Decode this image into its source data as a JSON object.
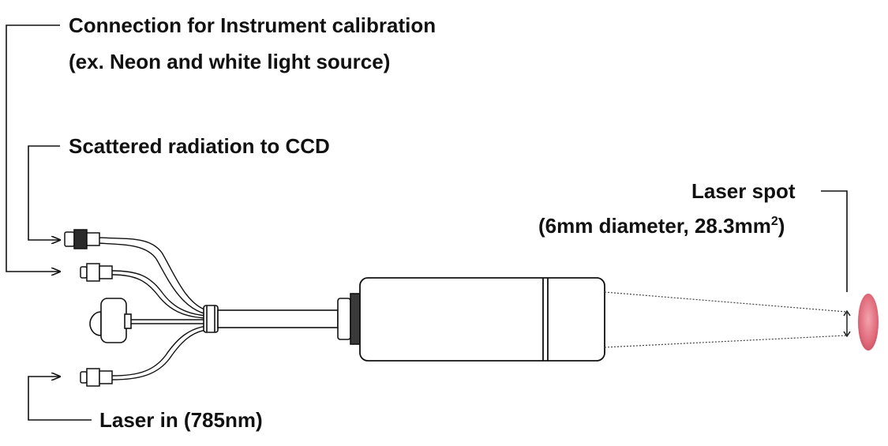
{
  "labels": {
    "calibration_line1": "Connection for Instrument calibration",
    "calibration_line2": "(ex. Neon and white light source)",
    "scattered": "Scattered radiation to CCD",
    "laser_in": "Laser in (785nm)",
    "laser_spot": "Laser spot",
    "spot_detail_prefix": "(6mm diameter, 28.3mm",
    "spot_detail_superscript": "2",
    "spot_detail_suffix": ")"
  },
  "colors": {
    "line": "#111111",
    "spot": "#e06a7a"
  }
}
